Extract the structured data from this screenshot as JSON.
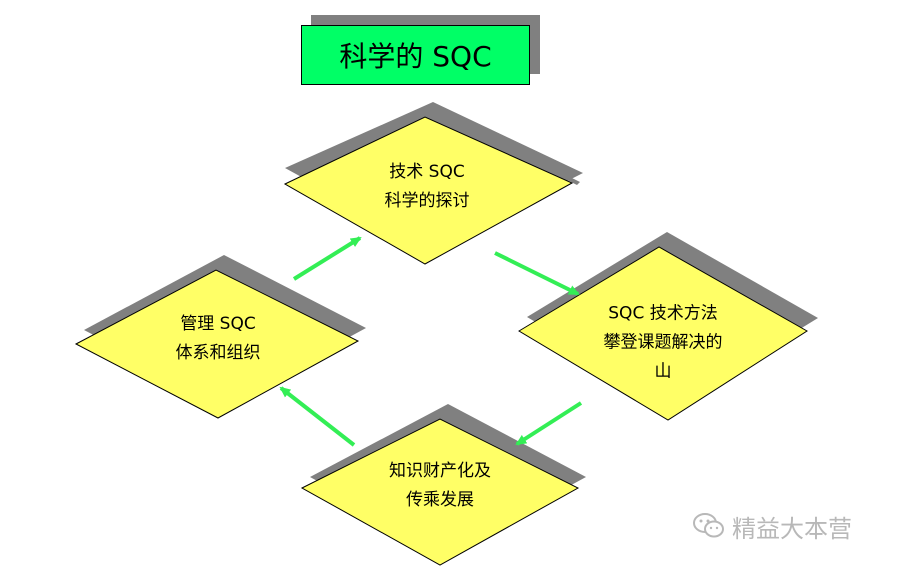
{
  "title": "科学的 SQC",
  "nodes": {
    "top": [
      "技术 SQC",
      "科学的探讨"
    ],
    "right": [
      "SQC 技术方法",
      "攀登课题解决的",
      "山"
    ],
    "bottom": [
      "知识财产化及",
      "传乘发展"
    ],
    "left": [
      "管理 SQC",
      "体系和组织"
    ]
  },
  "watermark": {
    "text": "精益大本营",
    "icon": "wechat-icon"
  },
  "colors": {
    "title_fill": "#00ff66",
    "node_fill": "#ffff66",
    "shadow": "#808080",
    "arrow": "#33ee55"
  }
}
